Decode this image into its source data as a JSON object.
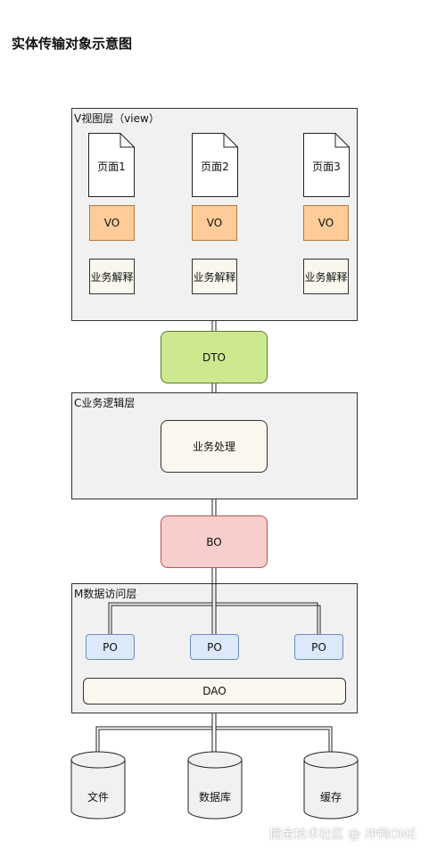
{
  "title": "实体传输对象示意图",
  "layers": {
    "view": "V视图层（view）",
    "controller": "C业务逻辑层",
    "model": "M数据访问层"
  },
  "pages": [
    "页面1",
    "页面2",
    "页面3"
  ],
  "vo": [
    "VO",
    "VO",
    "VO"
  ],
  "biz_explain": [
    "业务解释",
    "业务解释",
    "业务解释"
  ],
  "dto": "DTO",
  "biz_process": "业务处理",
  "bo": "BO",
  "po": [
    "PO",
    "PO",
    "PO"
  ],
  "dao": "DAO",
  "storage": [
    "文件",
    "数据库",
    "缓存"
  ],
  "watermark": "掘金技术社区 @ 冲鸭ONE"
}
